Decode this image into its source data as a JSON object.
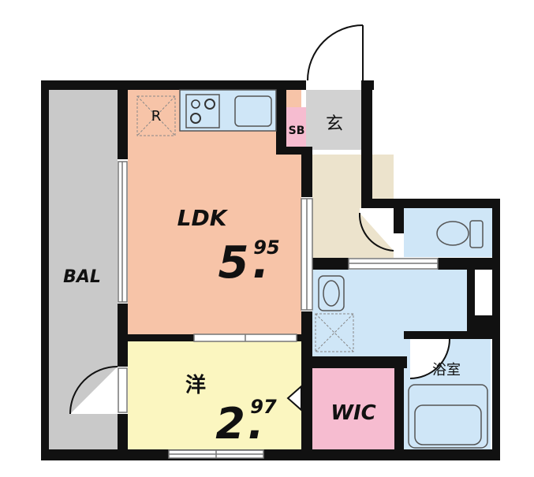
{
  "rooms": {
    "ldk": {
      "label": "LDK",
      "size_int": "5",
      "size_dec": "95",
      "color": "#f7c4a8"
    },
    "western": {
      "label": "洋",
      "size_int": "2",
      "size_dec": "97",
      "color": "#fbf6c0"
    },
    "balcony": {
      "label": "BAL",
      "color": "#c9c9c9"
    },
    "entrance": {
      "label": "玄",
      "color": "#d2d2d2"
    },
    "shoebox": {
      "label": "SB",
      "color": "#f6bcd0"
    },
    "wic": {
      "label": "WIC",
      "color": "#f6bcd0"
    },
    "bath": {
      "label": "浴室",
      "color": "#cfe6f7"
    },
    "hall": {
      "color": "#ece3cc"
    },
    "washroom": {
      "color": "#cfe6f7"
    },
    "toilet": {
      "color": "#cfe6f7"
    }
  },
  "fixtures": {
    "fridge_mark": "R"
  },
  "colors": {
    "wall": "#111111",
    "water": "#cfe6f7",
    "fixture_line": "#555555"
  }
}
